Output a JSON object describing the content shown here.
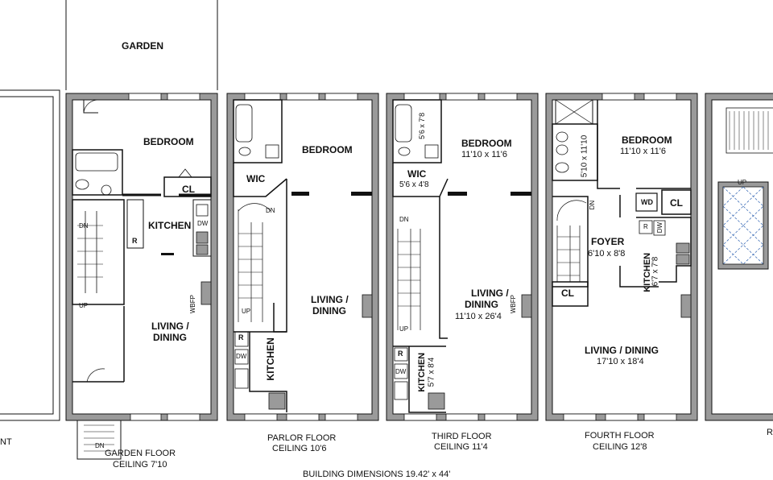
{
  "labels": {
    "garden": "GARDEN",
    "bedroom": "BEDROOM",
    "cl": "CL",
    "kitchen": "KITCHEN",
    "living_dining": "LIVING /",
    "dining": "DINING",
    "wic": "WIC",
    "foyer": "FOYER",
    "living_dining_combined": "LIVING / DINING",
    "wbfp": "WBFP",
    "dn": "DN",
    "up": "UP",
    "r": "R",
    "dw": "DW",
    "wd": "WD"
  },
  "dimensions": {
    "bath3": "5'6 x 7'8",
    "bedroom3": "11'10 x 11'6",
    "wic3": "5'6 x 4'8",
    "living3": "11'10 x 26'4",
    "kitchen3": "5'7 x 8'4",
    "bath4": "5'10 x 11'10",
    "bedroom4": "11'10 x 11'6",
    "foyer4": "6'10 x 8'8",
    "kitchen4": "6'7 x 7'8",
    "living4": "17'10 x 18'4"
  },
  "floors": [
    {
      "name": "GARDEN FLOOR",
      "ceiling": "CEILING 7'10"
    },
    {
      "name": "PARLOR FLOOR",
      "ceiling": "CEILING 10'6"
    },
    {
      "name": "THIRD FLOOR",
      "ceiling": "CEILING 11'4"
    },
    {
      "name": "FOURTH FLOOR",
      "ceiling": "CEILING 12'8"
    }
  ],
  "edge_labels": {
    "left": "NT",
    "right": "R"
  },
  "footer": "BUILDING DIMENSIONS 19.42' x 44'"
}
